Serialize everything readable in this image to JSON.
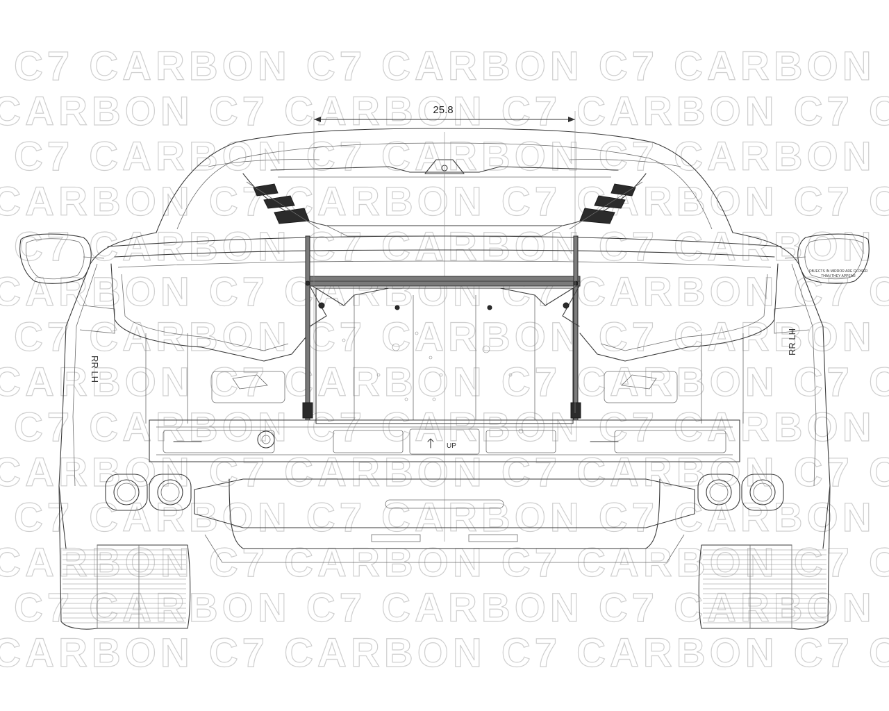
{
  "dimension": {
    "value": "25.8"
  },
  "labels": {
    "left_tail": "RR LH",
    "right_tail": "RR LH",
    "up_marker": "UP",
    "mirror_warning_line1": "OBJECTS IN MIRROR ARE CLOSER",
    "mirror_warning_line2": "THAN THEY APPEAR"
  },
  "watermark": {
    "text": "C7 CARBON"
  }
}
